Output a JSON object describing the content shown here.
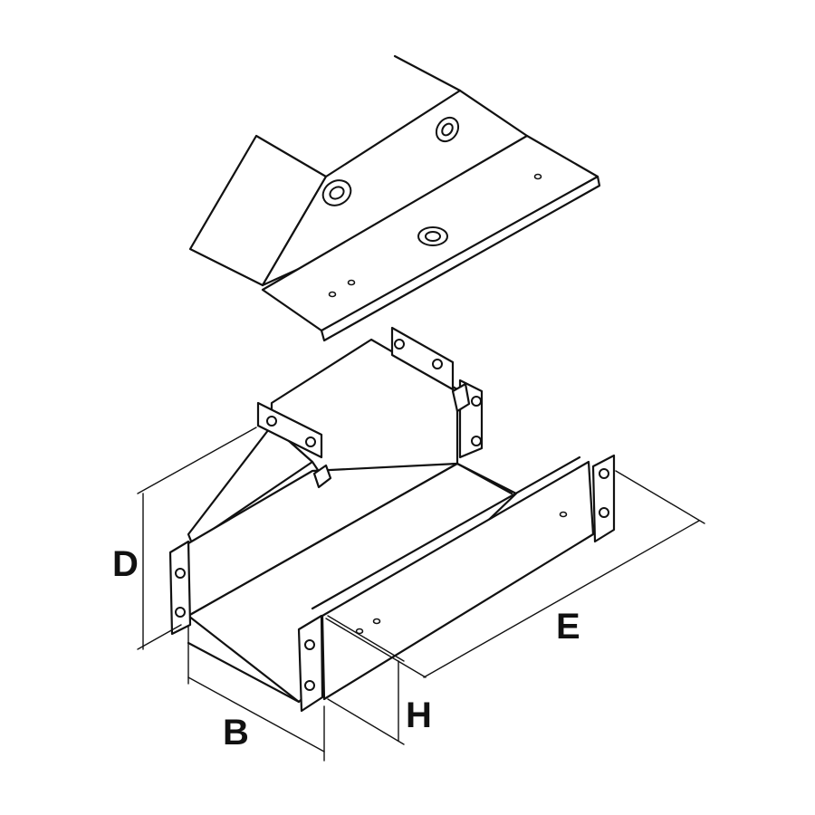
{
  "dimensions": {
    "d_label": "D",
    "b_label": "B",
    "e_label": "E",
    "h_label": "H"
  }
}
